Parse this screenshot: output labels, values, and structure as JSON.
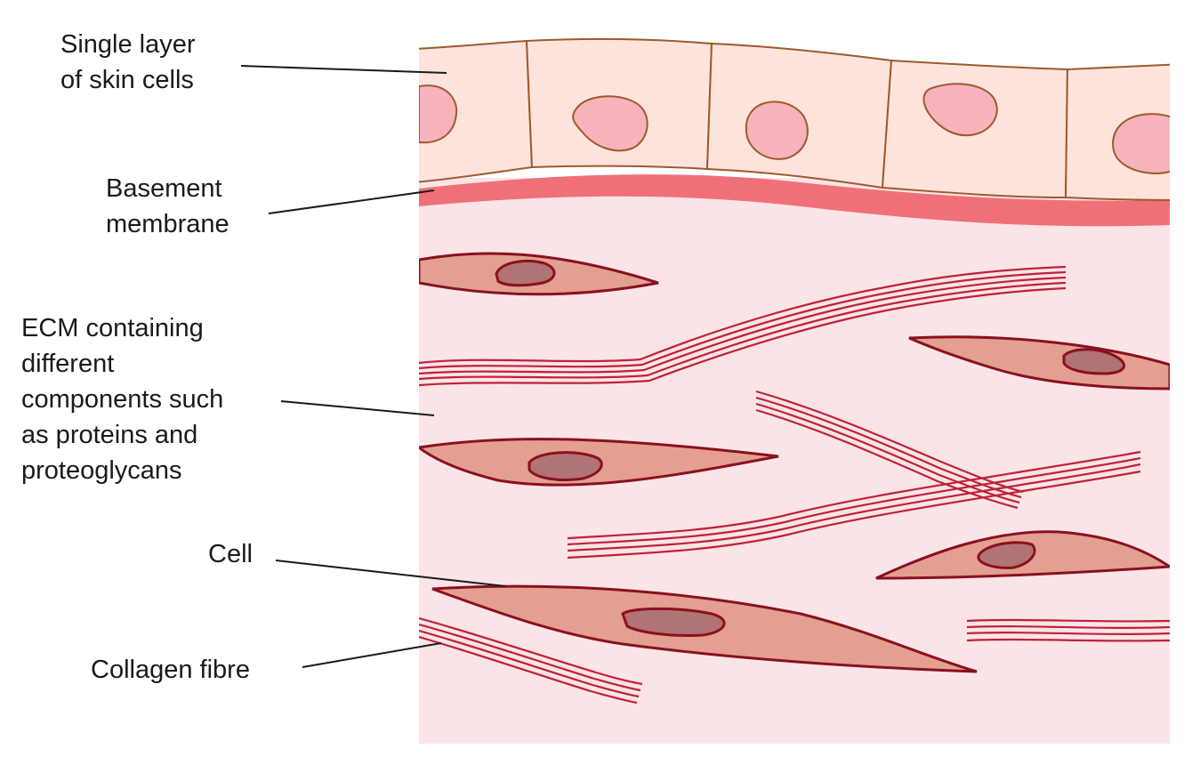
{
  "labels": {
    "skin_cells": [
      "Single layer",
      "of skin cells"
    ],
    "basement_membrane": [
      "Basement",
      "membrane"
    ],
    "ecm": [
      "ECM containing",
      "different",
      "components such",
      "as proteins and",
      "proteoglycans"
    ],
    "cell": [
      "Cell"
    ],
    "collagen": [
      "Collagen fibre"
    ]
  },
  "colors": {
    "ecm_fill": "#fbe4e6",
    "epithelial_fill": "#fde3dc",
    "epithelial_stroke": "#9c5a2c",
    "nucleus_fill": "#f7b3bb",
    "membrane": "#f07078",
    "cell_fill": "#e3a090",
    "cell_stroke": "#8a1020",
    "cell_nucleus": "#b07474",
    "collagen": "#c0203a",
    "leader": "#1a1a1a"
  }
}
